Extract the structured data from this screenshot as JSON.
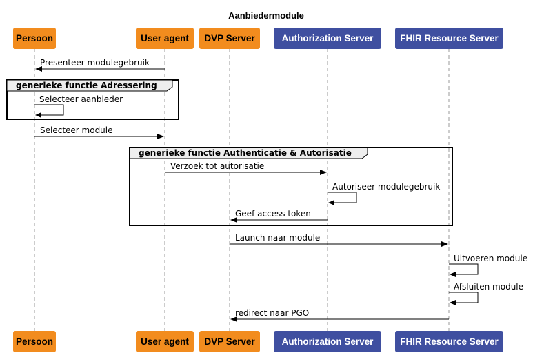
{
  "title": "Aanbiedermodule",
  "participants": [
    {
      "id": "persoon",
      "label": "Persoon",
      "fill": "#F28C1E",
      "text": "#000000"
    },
    {
      "id": "useragent",
      "label": "User agent",
      "fill": "#F28C1E",
      "text": "#000000"
    },
    {
      "id": "dvp",
      "label": "DVP Server",
      "fill": "#F28C1E",
      "text": "#000000"
    },
    {
      "id": "authz",
      "label": "Authorization Server",
      "fill": "#3F4FA0",
      "text": "#FFFFFF"
    },
    {
      "id": "fhir",
      "label": "FHIR Resource Server",
      "fill": "#3F4FA0",
      "text": "#FFFFFF"
    }
  ],
  "fragments": [
    {
      "id": "adressering",
      "title": "generieke functie Adressering"
    },
    {
      "id": "authenticatie",
      "title": "generieke functie Authenticatie & Autorisatie"
    }
  ],
  "messages": [
    {
      "from": "useragent",
      "to": "persoon",
      "label": "Presenteer modulegebruik"
    },
    {
      "from": "persoon",
      "to": "persoon",
      "label": "Selecteer aanbieder"
    },
    {
      "from": "persoon",
      "to": "useragent",
      "label": "Selecteer module"
    },
    {
      "from": "useragent",
      "to": "authz",
      "label": "Verzoek tot autorisatie"
    },
    {
      "from": "authz",
      "to": "authz",
      "label": "Autoriseer modulegebruik"
    },
    {
      "from": "authz",
      "to": "dvp",
      "label": "Geef access token"
    },
    {
      "from": "dvp",
      "to": "fhir",
      "label": "Launch naar module"
    },
    {
      "from": "fhir",
      "to": "fhir",
      "label": "Uitvoeren module"
    },
    {
      "from": "fhir",
      "to": "fhir",
      "label": "Afsluiten module"
    },
    {
      "from": "fhir",
      "to": "dvp",
      "label": "redirect naar PGO"
    }
  ]
}
